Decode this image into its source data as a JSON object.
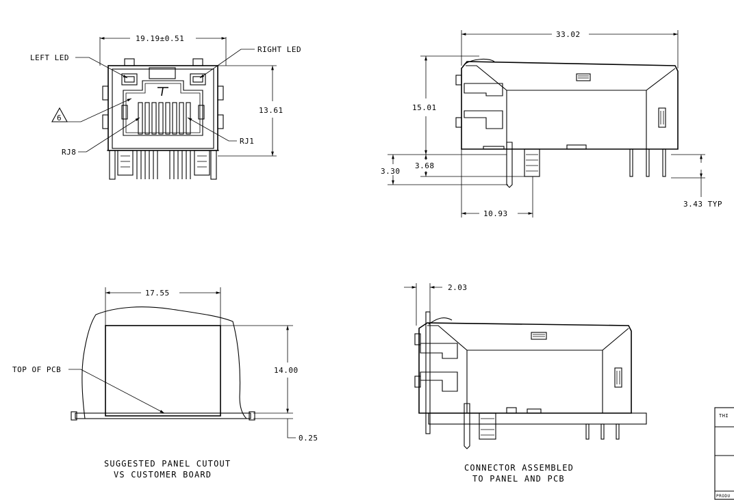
{
  "front_view": {
    "width_dim": "19.19±0.51",
    "height_dim": "13.61",
    "left_led": "LEFT LED",
    "right_led": "RIGHT LED",
    "note_num": "6",
    "rj8": "RJ8",
    "rj1": "RJ1"
  },
  "side_view": {
    "length_dim": "33.02",
    "height_dim": "15.01",
    "dim_330": "3.30",
    "dim_368": "3.68",
    "dim_1093": "10.93",
    "dim_343": "3.43 TYP"
  },
  "cutout_view": {
    "width_dim": "17.55",
    "height_dim": "14.00",
    "offset_dim": "0.25",
    "top_of_pcb": "TOP OF PCB",
    "caption_line1": "SUGGESTED PANEL CUTOUT",
    "caption_line2": "VS CUSTOMER BOARD"
  },
  "assembled_view": {
    "panel_dim": "2.03",
    "caption_line1": "CONNECTOR ASSEMBLED",
    "caption_line2": "TO PANEL AND PCB"
  },
  "title_block": {
    "row1": "THI",
    "row4": "PRODU"
  }
}
